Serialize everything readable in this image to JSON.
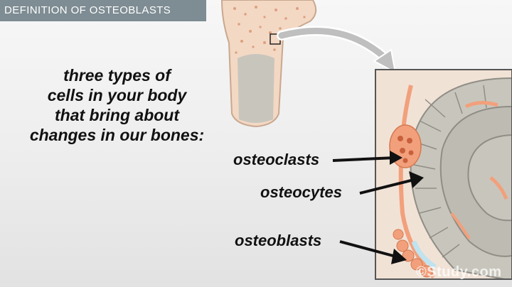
{
  "header": {
    "title": "DEFINITION OF OSTEOBLASTS"
  },
  "intro": {
    "lines": [
      "three types of",
      "cells in your body",
      "that bring about",
      "changes in our bones:"
    ]
  },
  "labels": {
    "osteoclasts": "osteoclasts",
    "osteocytes": "osteocytes",
    "osteoblasts": "osteoblasts"
  },
  "watermark": {
    "text": "©Study.com"
  },
  "colors": {
    "header_bg": "#7e8c93",
    "bone_gray": "#c8c6bc",
    "bone_orange": "#f2a07c",
    "marrow_pink": "#f3d8c4",
    "arrow": "#111111"
  }
}
